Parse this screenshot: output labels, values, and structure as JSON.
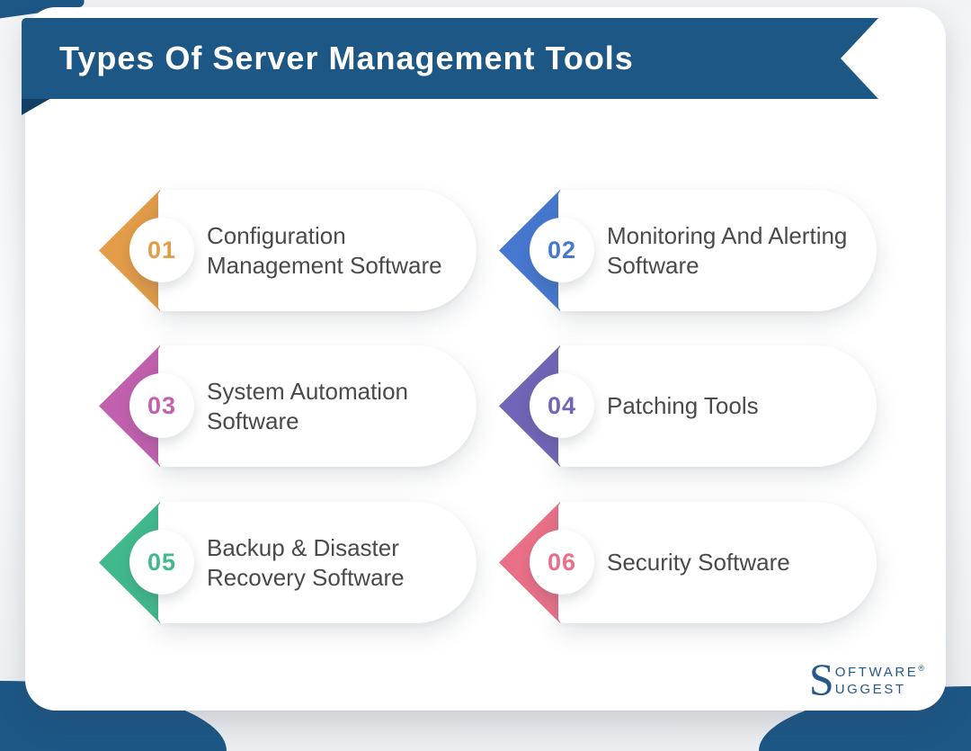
{
  "header": {
    "title": "Types Of Server Management Tools",
    "ribbon_color": "#1C5786",
    "fold_color": "#123F66",
    "text_color": "#FFFFFF"
  },
  "items": [
    {
      "number": "01",
      "label": "Configuration Management Software",
      "color": "#E39C48"
    },
    {
      "number": "02",
      "label": "Monitoring And Alerting Software",
      "color": "#4678D0"
    },
    {
      "number": "03",
      "label": "System Automation Software",
      "color": "#C260AE"
    },
    {
      "number": "04",
      "label": "Patching Tools",
      "color": "#7065B6"
    },
    {
      "number": "05",
      "label": "Backup & Disaster Recovery Software",
      "color": "#42B98D"
    },
    {
      "number": "06",
      "label": "Security Software",
      "color": "#E97088"
    }
  ],
  "brand": {
    "initial": "S",
    "top": "OFTWARE",
    "registered": "®",
    "bottom": "UGGEST",
    "color": "#25598C"
  },
  "background": {
    "accent_color": "#1C5786",
    "page_color": "#F1F2F4",
    "card_color": "#FFFFFF",
    "item_text_color": "#4A4A4C"
  }
}
